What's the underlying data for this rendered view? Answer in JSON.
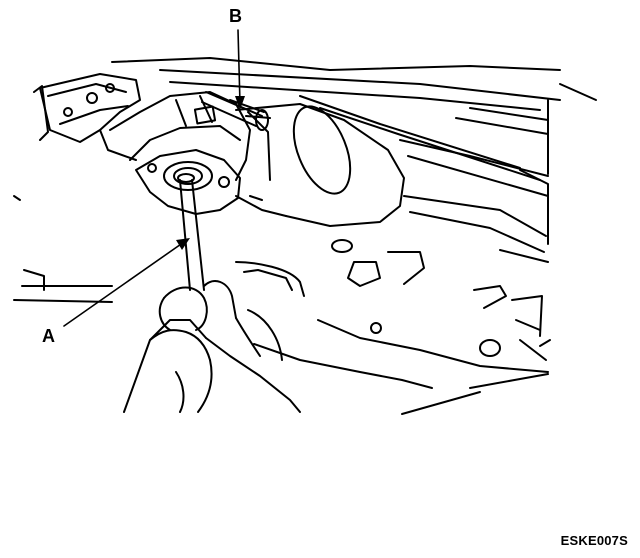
{
  "callouts": {
    "a": "A",
    "b": "B"
  },
  "figure_code": "ESKE007S",
  "colors": {
    "ink": "#000000",
    "paper": "#ffffff"
  }
}
